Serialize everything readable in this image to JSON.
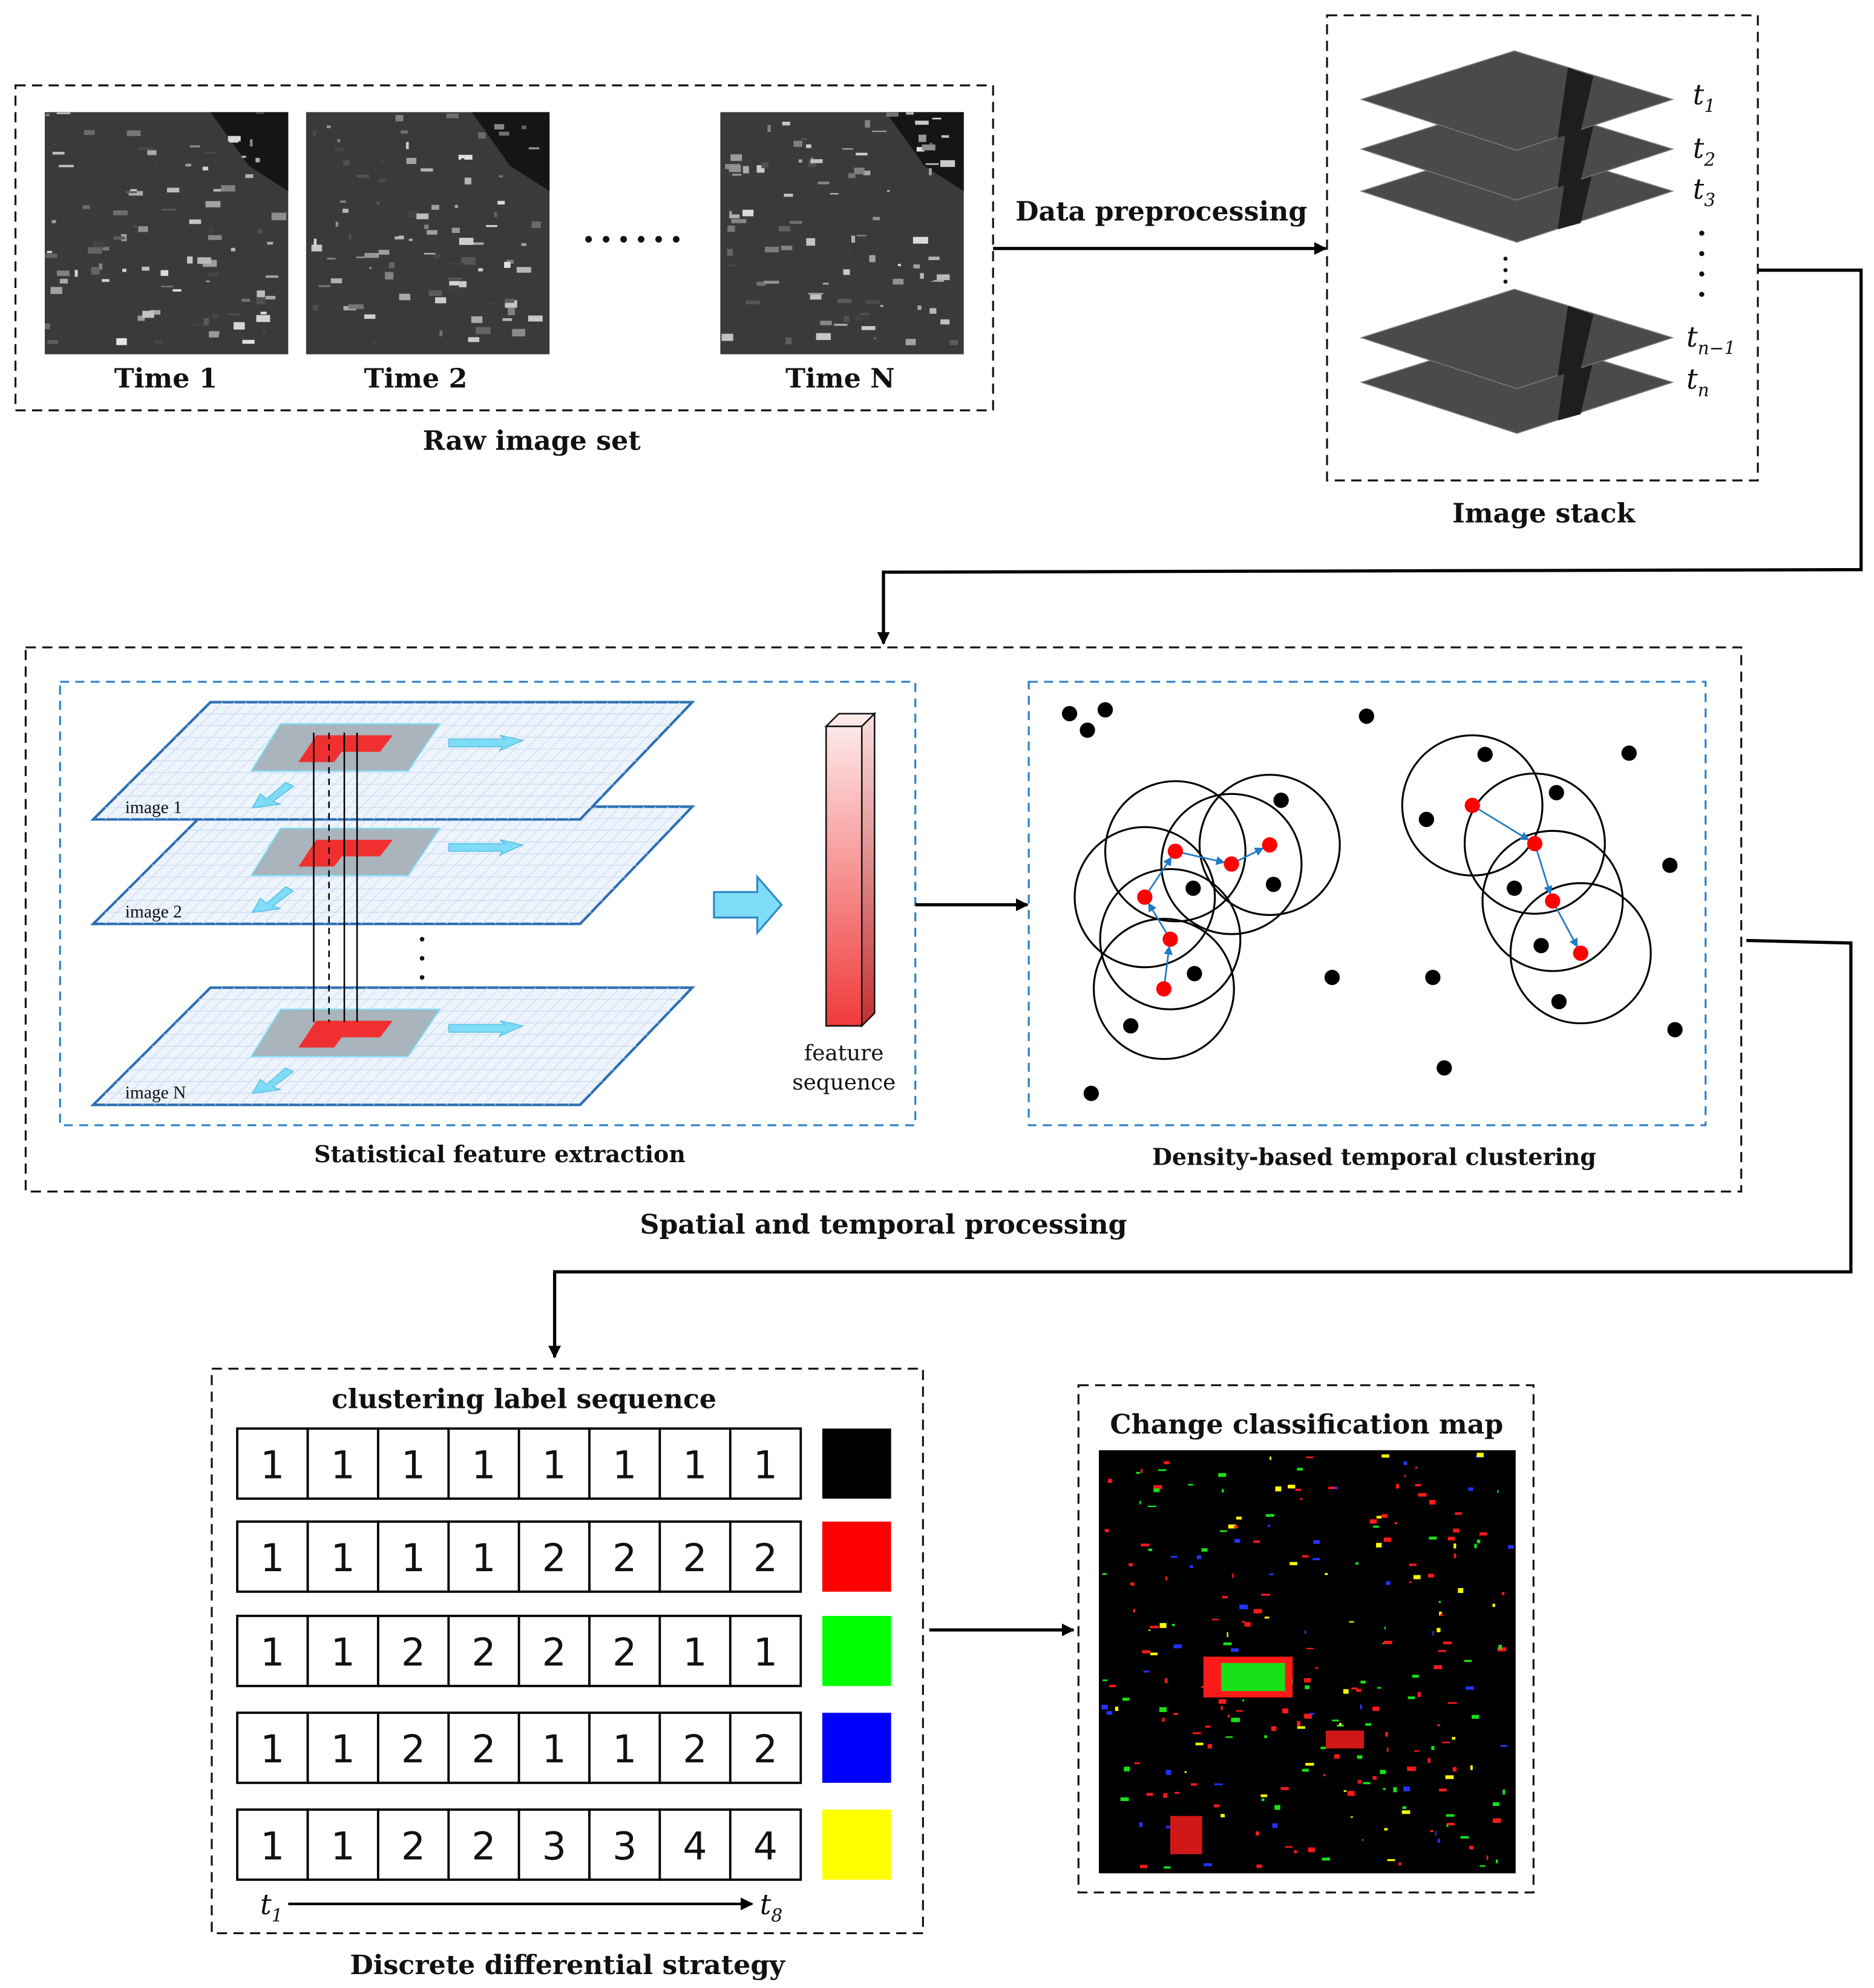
{
  "raw_images": {
    "labels": [
      "Time 1",
      "Time 2",
      "Time N"
    ],
    "ellipsis": "......",
    "caption": "Raw image set"
  },
  "preprocess_label": "Data preprocessing",
  "image_stack": {
    "time_labels": [
      {
        "base": "t",
        "sub": "1"
      },
      {
        "base": "t",
        "sub": "2"
      },
      {
        "base": "t",
        "sub": "3"
      },
      {
        "base": "t",
        "sub": "n−1"
      },
      {
        "base": "t",
        "sub": "n"
      }
    ],
    "caption": "Image stack"
  },
  "spatial_temporal": {
    "caption": "Spatial and temporal processing",
    "feature_extraction": {
      "caption": "Statistical feature extraction",
      "image_labels": [
        "image 1",
        "image 2",
        "image N"
      ],
      "feature_label_line1": "feature",
      "feature_label_line2": "sequence"
    },
    "clustering": {
      "caption": "Density-based temporal clustering"
    }
  },
  "label_sequence": {
    "title": "clustering label sequence",
    "rows": [
      {
        "values": [
          1,
          1,
          1,
          1,
          1,
          1,
          1,
          1
        ],
        "color": "#000000"
      },
      {
        "values": [
          1,
          1,
          1,
          1,
          2,
          2,
          2,
          2
        ],
        "color": "#ff0000"
      },
      {
        "values": [
          1,
          1,
          2,
          2,
          2,
          2,
          1,
          1
        ],
        "color": "#00ff00"
      },
      {
        "values": [
          1,
          1,
          2,
          2,
          1,
          1,
          2,
          2
        ],
        "color": "#0000ff"
      },
      {
        "values": [
          1,
          1,
          2,
          2,
          3,
          3,
          4,
          4
        ],
        "color": "#ffff00"
      }
    ],
    "axis_start": {
      "base": "t",
      "sub": "1"
    },
    "axis_end": {
      "base": "t",
      "sub": "8"
    },
    "caption": "Discrete differential strategy"
  },
  "change_map": {
    "title": "Change classification map"
  },
  "colors": {
    "plane_stroke": "#2e6fb5",
    "patch_red": "#f03030",
    "cyan_arrow": "#7fdcf7",
    "cluster_red": "#ff0000",
    "cluster_arrow": "#1f7bc4"
  }
}
